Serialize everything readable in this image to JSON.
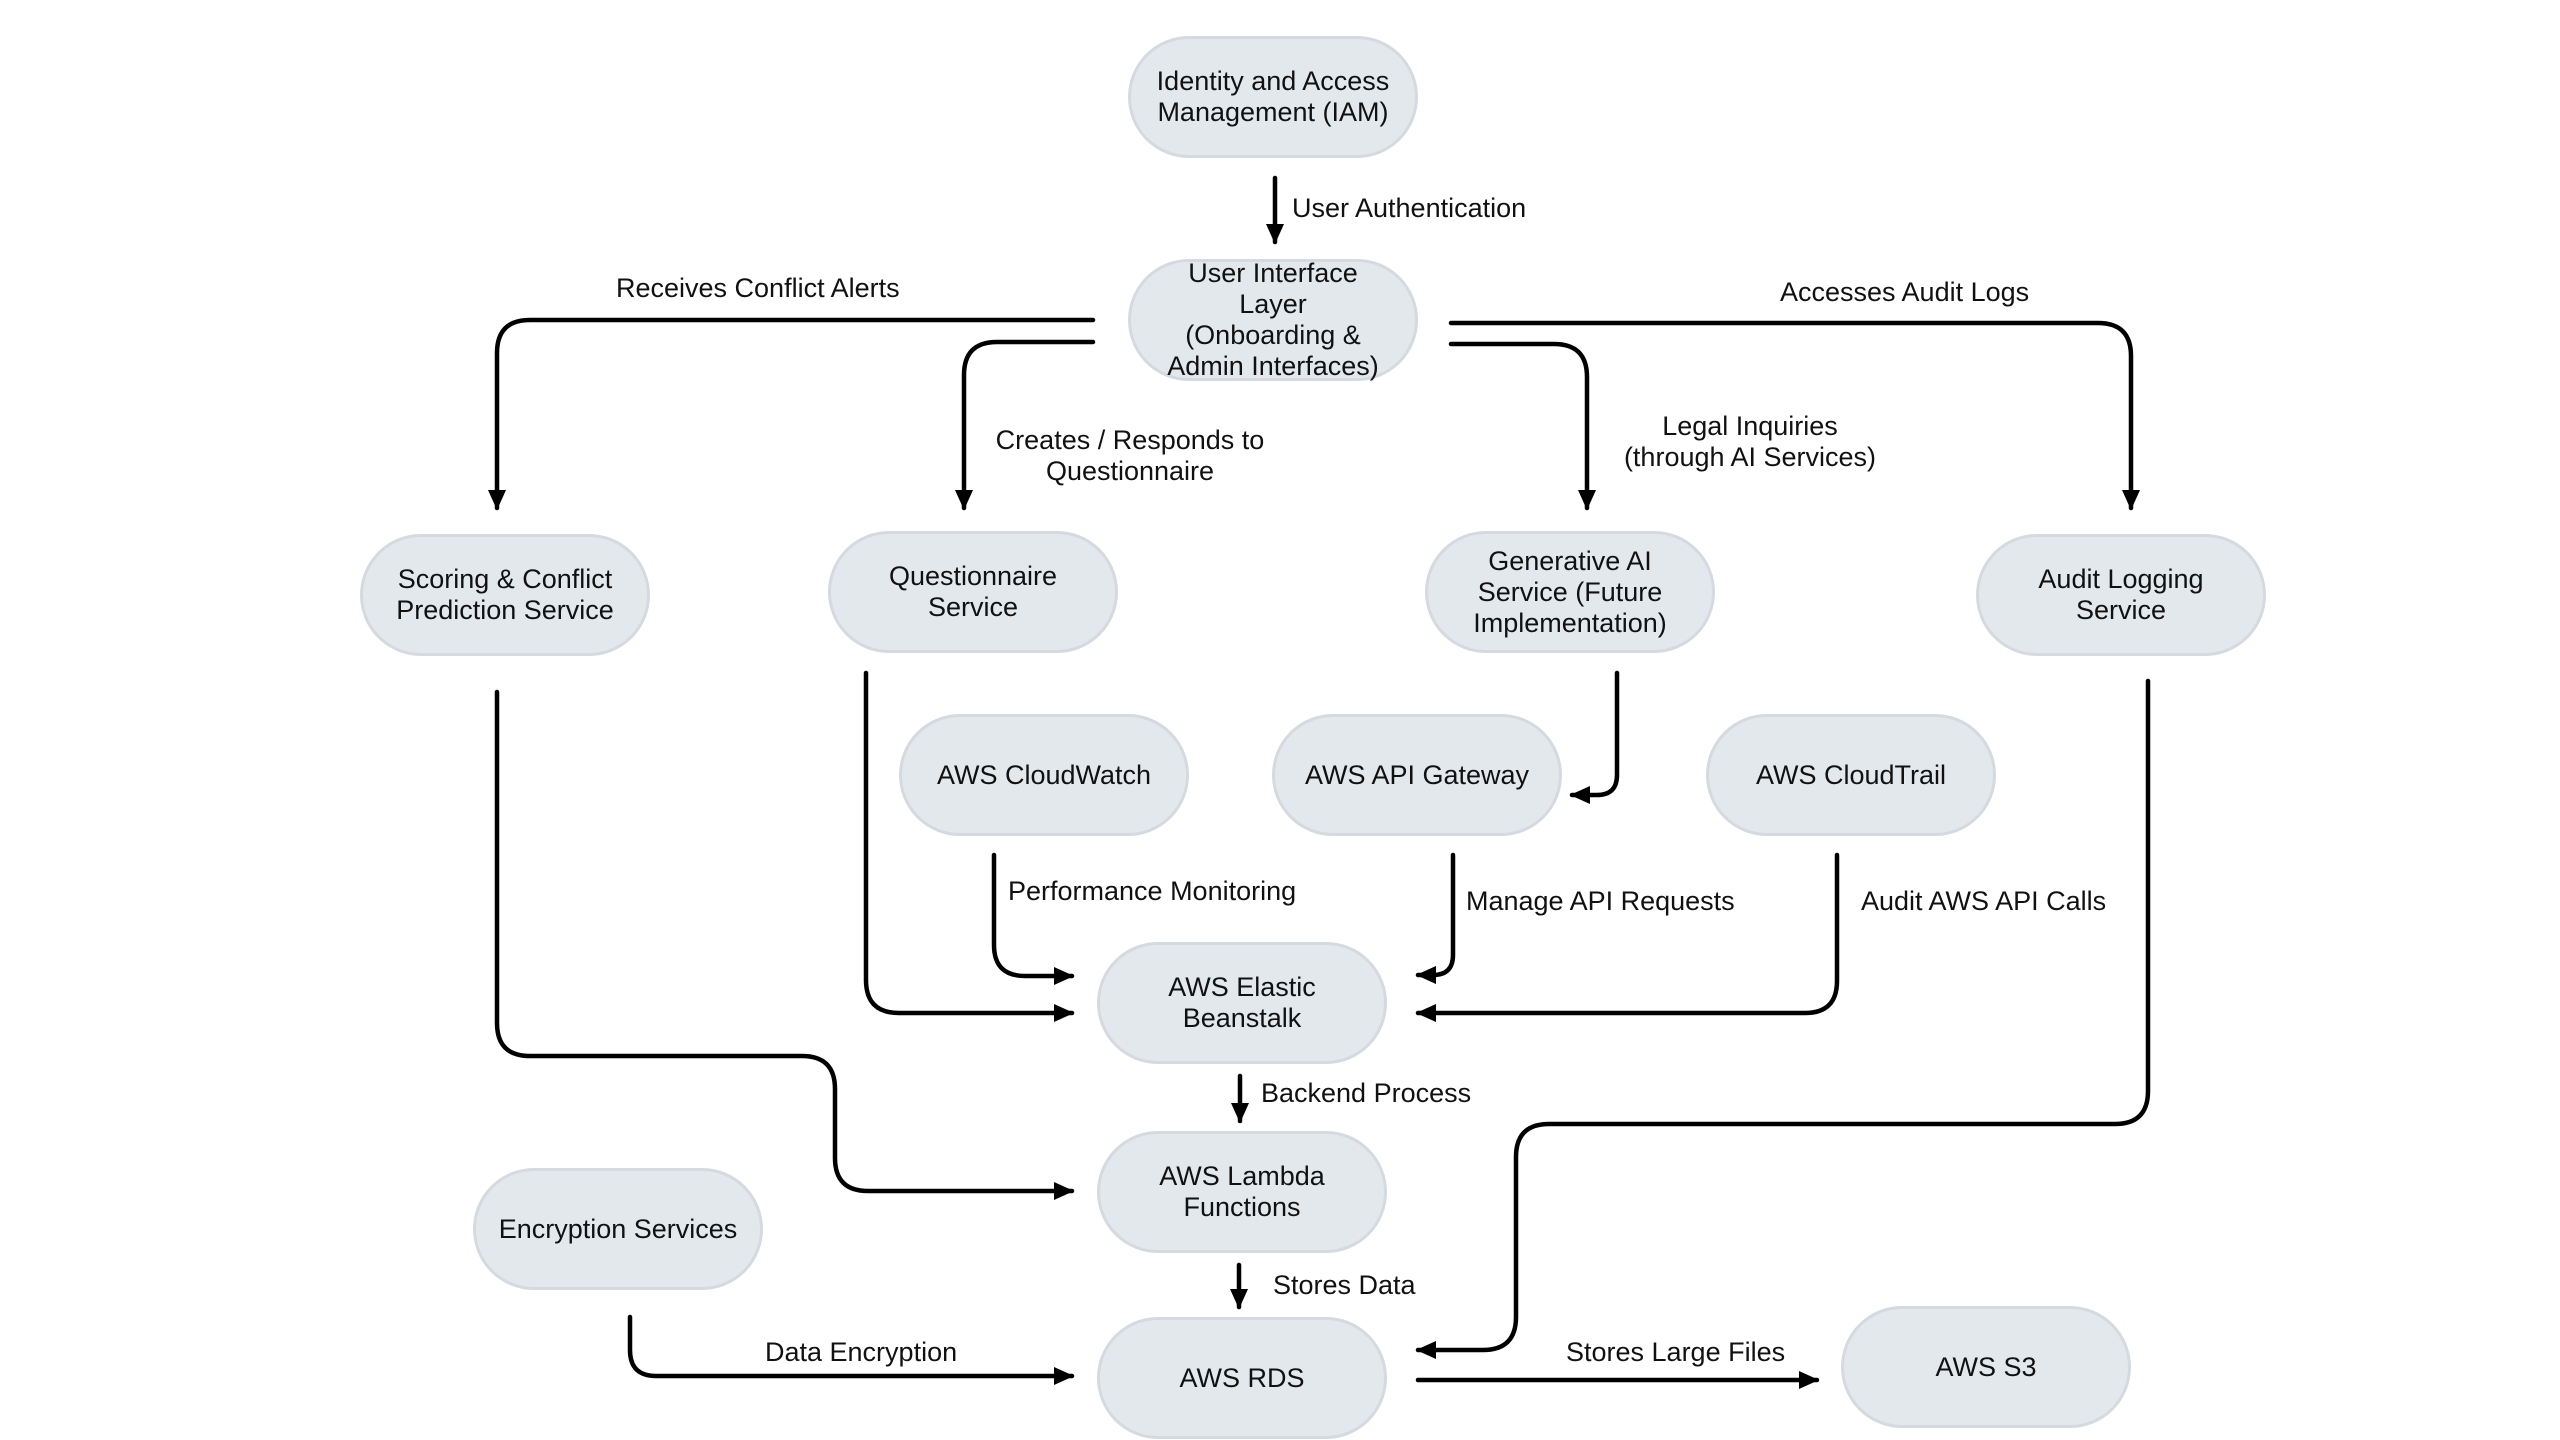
{
  "nodes": {
    "iam": "Identity and Access\nManagement (IAM)",
    "ui": "User Interface Layer\n(Onboarding &\nAdmin Interfaces)",
    "scoring": "Scoring & Conflict\nPrediction Service",
    "questionnaire": "Questionnaire\nService",
    "genai": "Generative AI\nService (Future\nImplementation)",
    "audit": "Audit Logging\nService",
    "cloudwatch": "AWS CloudWatch",
    "apigw": "AWS API Gateway",
    "cloudtrail": "AWS CloudTrail",
    "beanstalk": "AWS Elastic\nBeanstalk",
    "lambda": "AWS Lambda\nFunctions",
    "encryption": "Encryption Services",
    "rds": "AWS RDS",
    "s3": "AWS S3"
  },
  "edges": {
    "user_auth": "User Authentication",
    "conflict_alerts": "Receives Conflict Alerts",
    "questionnaire": "Creates / Responds to\nQuestionnaire",
    "legal": "Legal Inquiries\n(through AI Services)",
    "audit_logs": "Accesses Audit Logs",
    "perf": "Performance Monitoring",
    "manage_api": "Manage API Requests",
    "audit_calls": "Audit AWS API Calls",
    "backend": "Backend Process",
    "stores_data": "Stores Data",
    "data_encryption": "Data Encryption",
    "large_files": "Stores Large Files"
  }
}
